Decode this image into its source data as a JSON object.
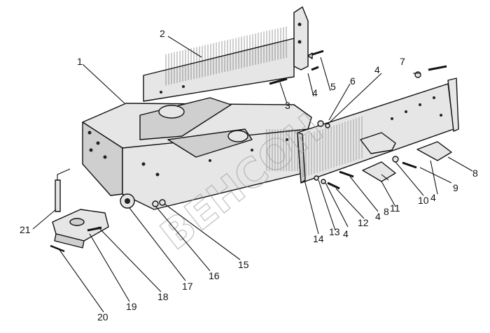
{
  "figure": {
    "background": "#ffffff",
    "line_color": "#111111",
    "watermark_text": "ВЕНСОН"
  },
  "callouts": [
    "1",
    "2",
    "3",
    "4",
    "4",
    "4",
    "4",
    "4",
    "5",
    "6",
    "7",
    "8",
    "8",
    "9",
    "10",
    "11",
    "12",
    "13",
    "14",
    "15",
    "16",
    "17",
    "18",
    "19",
    "20",
    "21"
  ]
}
